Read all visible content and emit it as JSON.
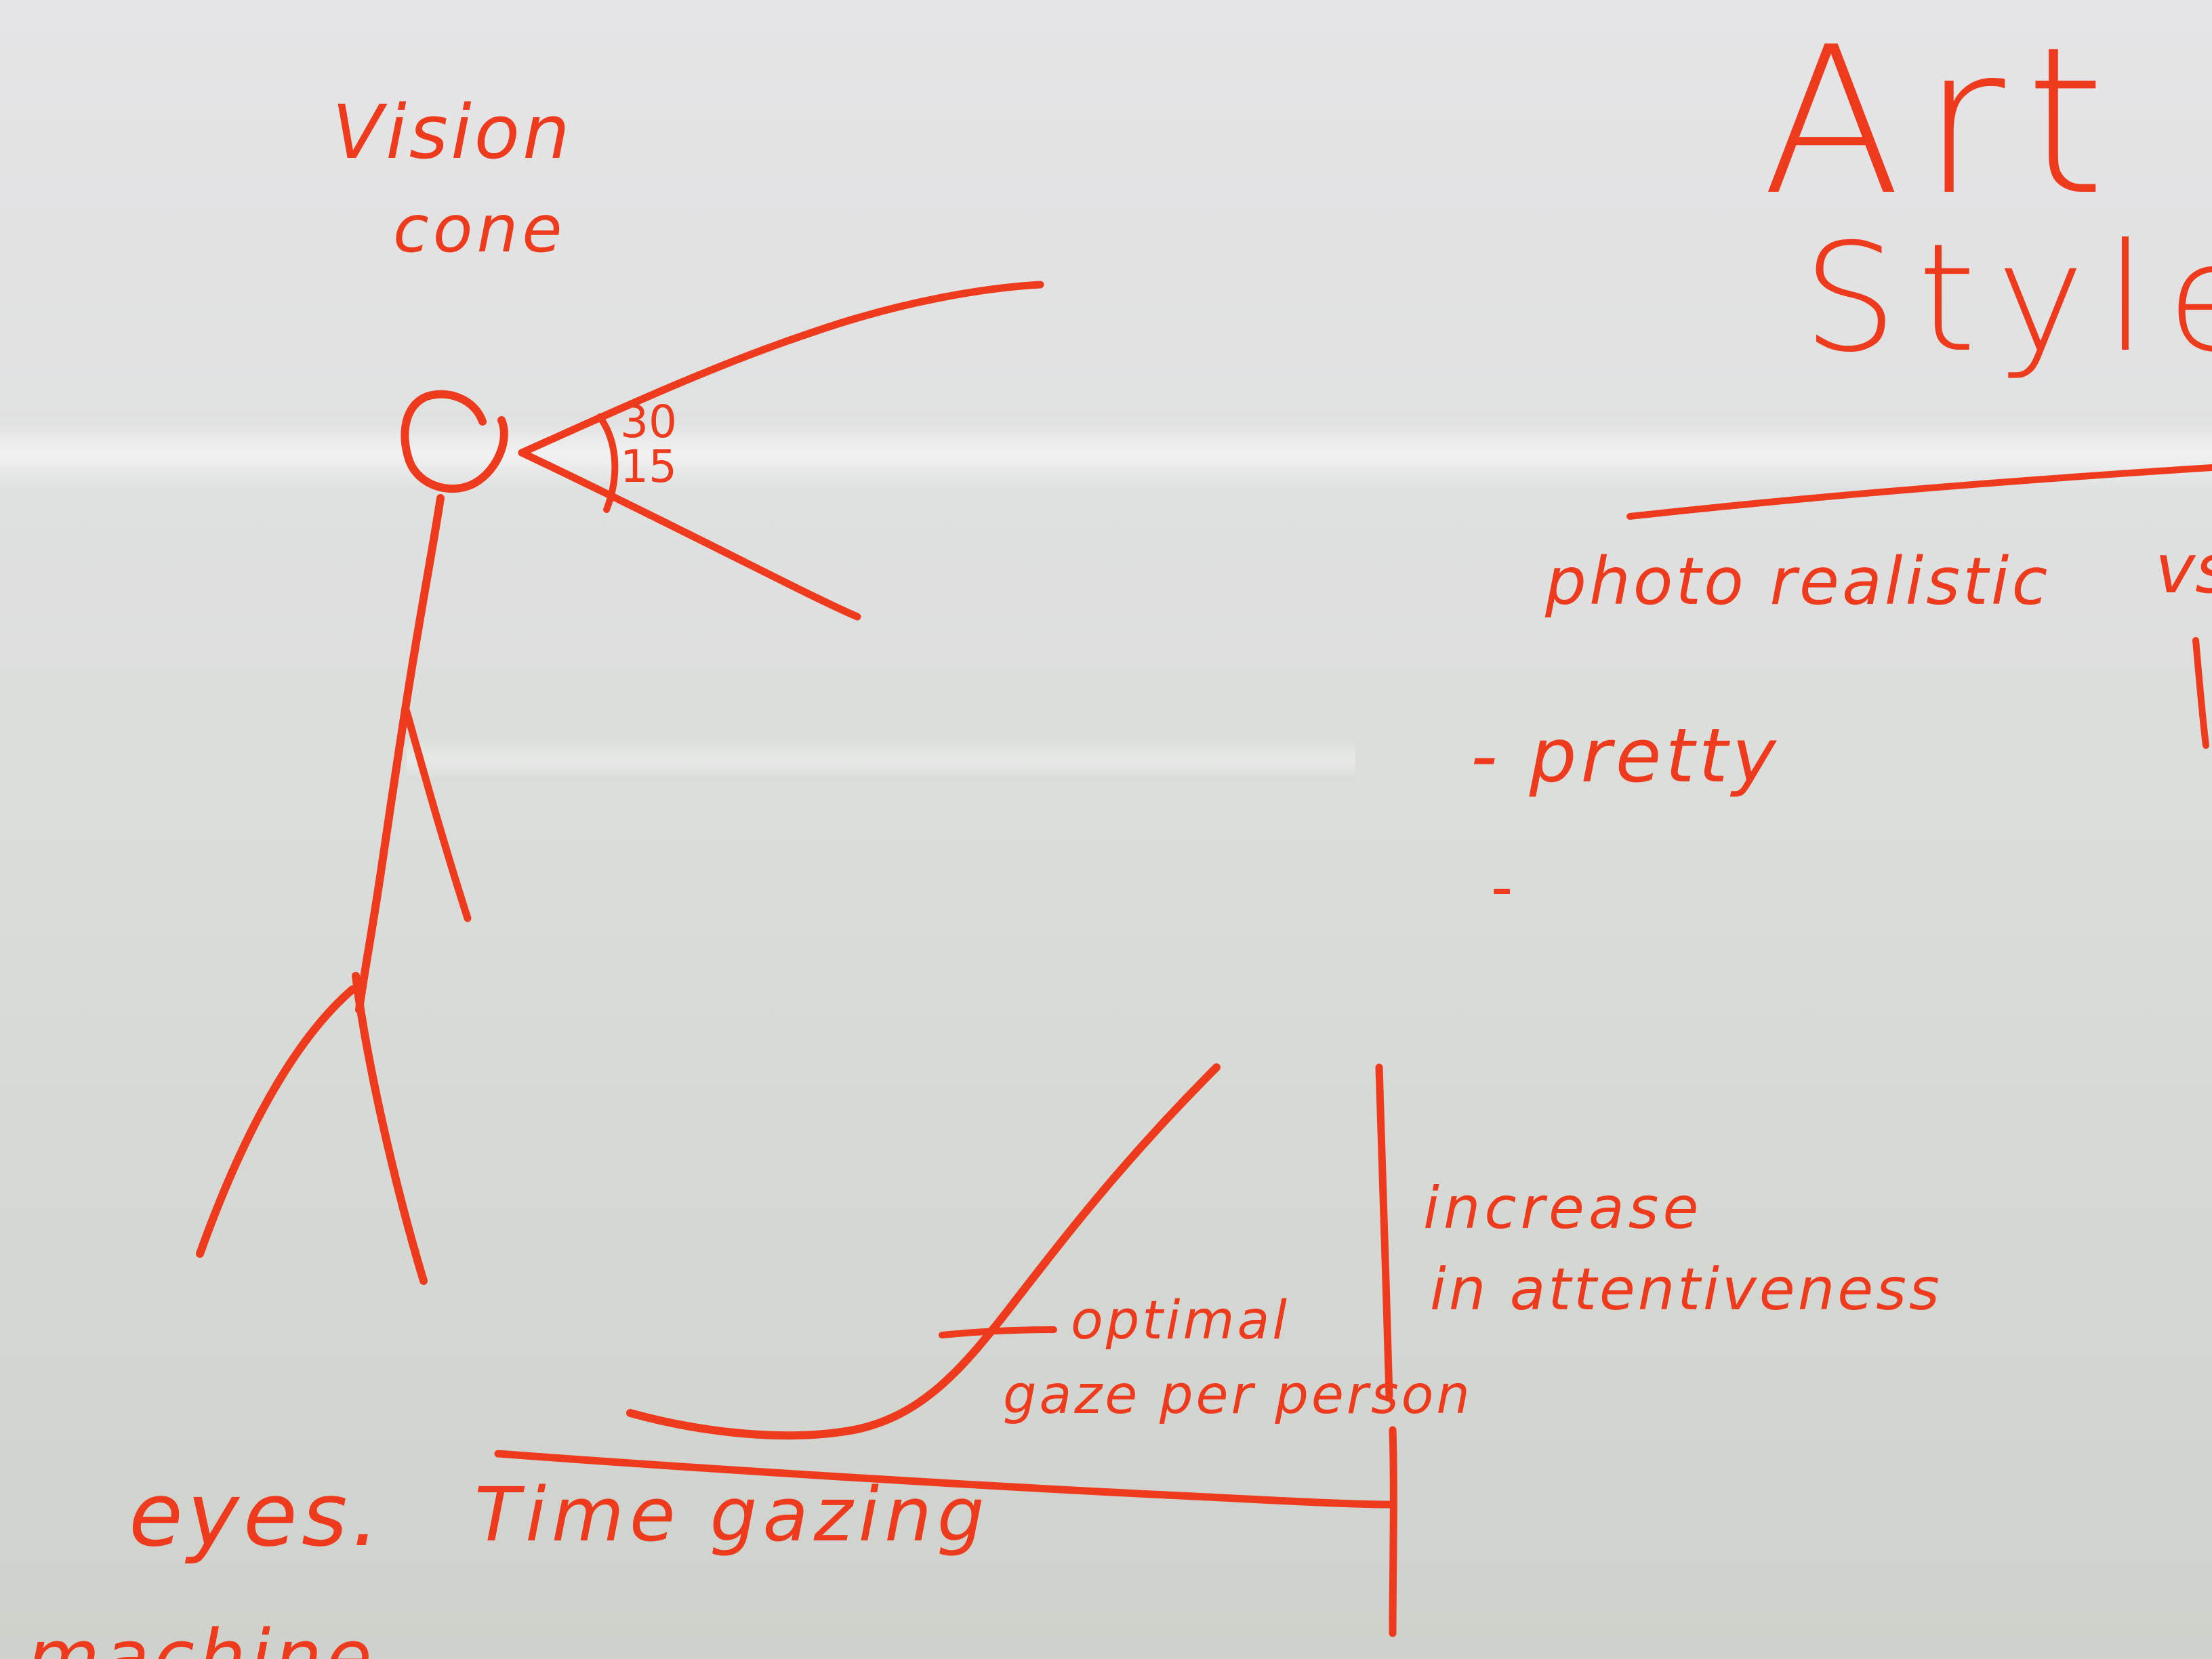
{
  "board": {
    "ink_color": "#ee3a1d",
    "background_color": "#dcdedb"
  },
  "notes": {
    "vision": "Vision",
    "cone": "cone",
    "angle_top": "30",
    "angle_bottom": "15",
    "art": "Art",
    "style": "Style",
    "photo_realistic": "photo realistic",
    "vs": "vs",
    "pretty": "- pretty",
    "dash": "-",
    "increase": "increase",
    "attentiveness": "in attentiveness",
    "optimal": "optimal",
    "gaze_per_person": "gaze per person",
    "time_gazing": "Time gazing",
    "eyes": "eyes.",
    "machine": "machine"
  }
}
